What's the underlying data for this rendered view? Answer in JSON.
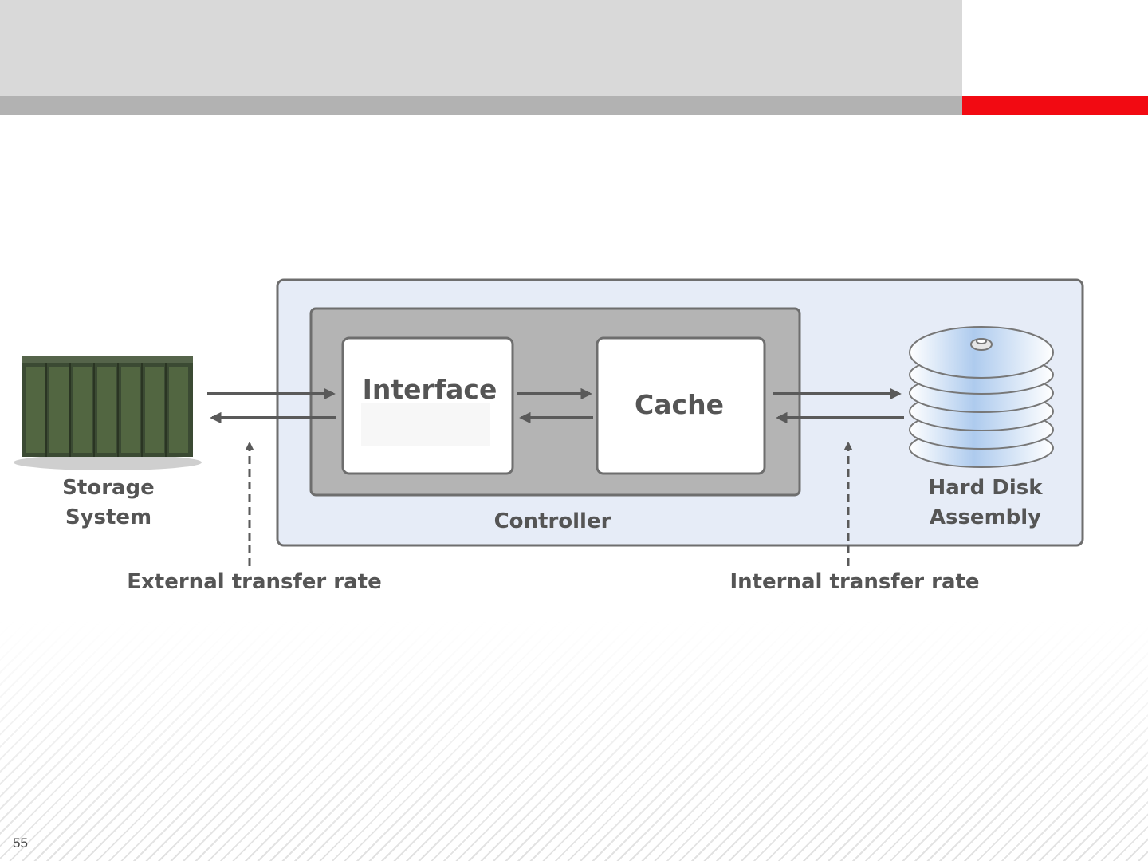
{
  "slide": {
    "page_number": "55"
  },
  "diagram": {
    "storage_system": {
      "line1": "Storage",
      "line2": "System"
    },
    "interface": {
      "label": "Interface"
    },
    "cache": {
      "label": "Cache"
    },
    "controller": {
      "label": "Controller"
    },
    "hard_disk": {
      "line1": "Hard Disk",
      "line2": "Assembly"
    },
    "external_rate": {
      "label": "External transfer rate"
    },
    "internal_rate": {
      "label": "Internal transfer rate"
    }
  },
  "colors": {
    "header_light": "#d9d9d9",
    "header_bar": "#b2b2b2",
    "accent_red": "#f20a12",
    "panel_fill": "#e6ecf7",
    "controller_fill": "#b4b4b4",
    "arrow": "#5a5a5a",
    "label_text": "#555555"
  }
}
